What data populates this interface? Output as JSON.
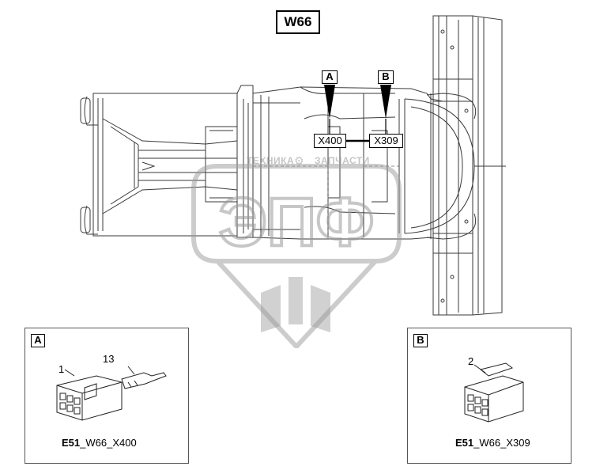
{
  "title": "W66",
  "pointer_a": "A",
  "pointer_b": "B",
  "connector_x400": "X400",
  "connector_x309": "X309",
  "watermark": {
    "text_left": "ТЕХНИКА",
    "text_right": "ЗАПЧАСТИ",
    "logo": "ЭПФ"
  },
  "detail_a": {
    "tag": "A",
    "callout_housing": "1",
    "callout_terminal": "13",
    "caption_prefix": "E51",
    "caption_suffix": "_W66_X400"
  },
  "detail_b": {
    "tag": "B",
    "callout_housing": "2",
    "caption_prefix": "E51",
    "caption_suffix": "_W66_X309"
  },
  "colors": {
    "line": "#333333",
    "watermark": "#9a9a9a"
  }
}
